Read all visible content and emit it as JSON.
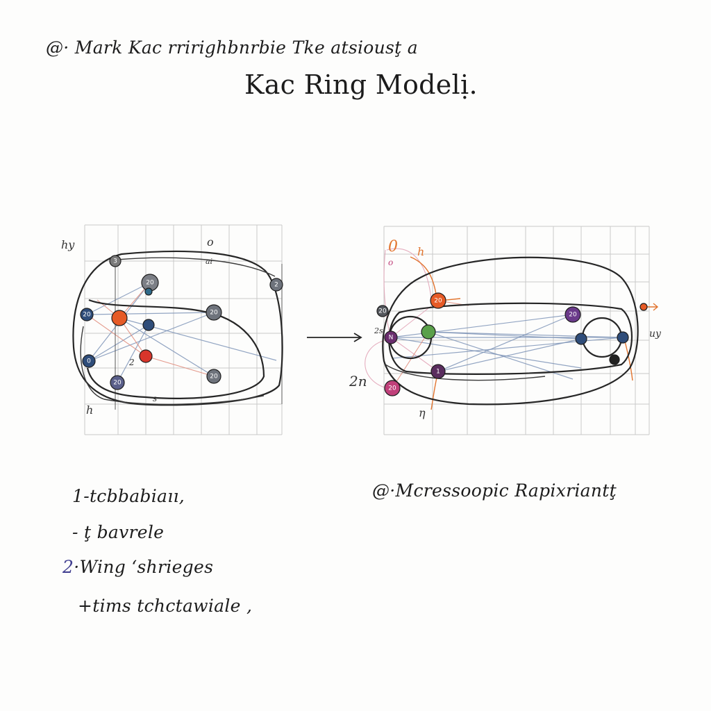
{
  "page": {
    "header": "@· Mark Kac rririghbnrbie Tke atsiousţ a",
    "title": "Kac Ring Modelị.",
    "caption_right": "@·Mcressoopic Rapixriantţ",
    "notes": [
      {
        "text": "1-tcbbabiaıı,"
      },
      {
        "text": "- ţ bavrele"
      },
      {
        "num": "2",
        "text": "·Wing ʻshrieges"
      },
      {
        "text": "+tims tchctawiale ,"
      }
    ]
  },
  "diagram_left": {
    "corner_labels": {
      "top_left": "hy",
      "bottom_left": "h",
      "top_mid": "o",
      "top_mid_small": "ai"
    },
    "inner_labels": {
      "a": "2",
      "b": "s"
    },
    "nodes": [
      {
        "label": "3",
        "color": "#7a7a7a"
      },
      {
        "label": "20",
        "color": "#7c7f86"
      },
      {
        "label": "20",
        "color": "#6e737c"
      },
      {
        "label": "20",
        "color": "#2f4d7a"
      },
      {
        "label": "",
        "color": "#e65a26"
      },
      {
        "label": "",
        "color": "#2f4d7a"
      },
      {
        "label": "",
        "color": "#d8352b"
      },
      {
        "label": "0",
        "color": "#2f4d7a"
      },
      {
        "label": "20",
        "color": "#5a5f8a"
      },
      {
        "label": "20",
        "color": "#6e737c"
      },
      {
        "label": "",
        "color": "#2f6a8a"
      },
      {
        "label": "2",
        "color": "#6e737c"
      }
    ]
  },
  "diagram_right": {
    "side_labels": {
      "left": "2n",
      "top_a": "0",
      "top_b": "h",
      "top_c": "o",
      "bottom": "η",
      "right": "uy",
      "left_small": "2s"
    },
    "nodes": [
      {
        "label": "20",
        "color": "#e65a26"
      },
      {
        "label": "20",
        "color": "#6a3a8a"
      },
      {
        "label": "20",
        "color": "#55585e"
      },
      {
        "label": "N",
        "color": "#6a2d6e"
      },
      {
        "label": "",
        "color": "#5aa04a"
      },
      {
        "label": "",
        "color": "#2f4d7a"
      },
      {
        "label": "",
        "color": "#2f4d7a"
      },
      {
        "label": "1",
        "color": "#5a2d5e"
      },
      {
        "label": "20",
        "color": "#c0407a"
      },
      {
        "label": "",
        "color": "#e65a26"
      },
      {
        "label": "",
        "color": "#222222"
      }
    ]
  }
}
